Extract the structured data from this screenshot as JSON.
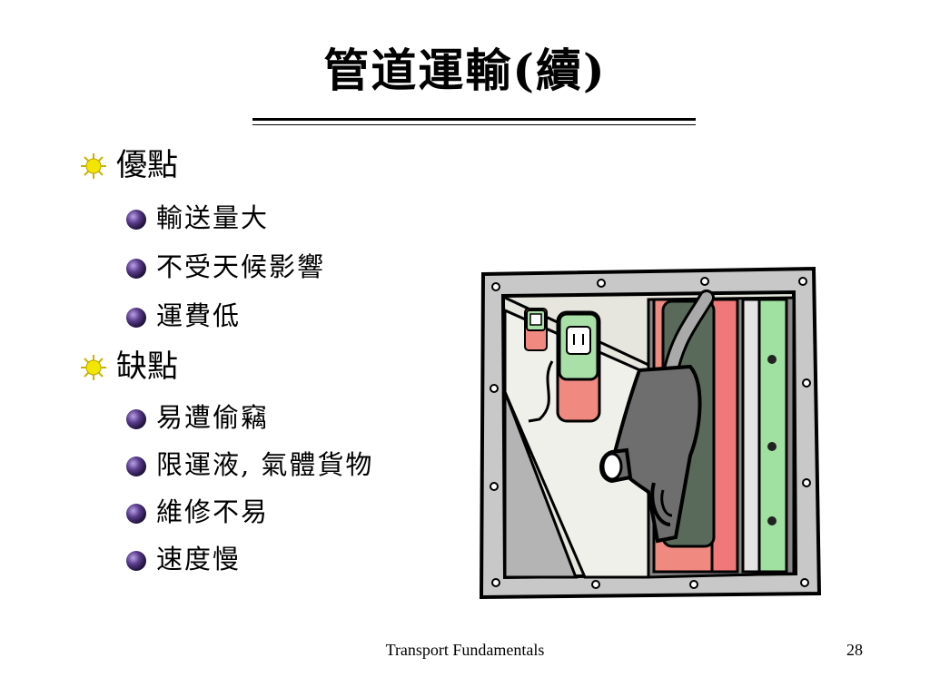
{
  "slide": {
    "title": "管道運輸(續)",
    "sections": [
      {
        "heading": "優點",
        "items": [
          "輸送量大",
          "不受天候影響",
          "運費低"
        ]
      },
      {
        "heading": "缺點",
        "items": [
          "易遭偷竊",
          "限運液, 氣體貨物",
          "維修不易",
          "速度慢"
        ]
      }
    ],
    "footer": {
      "text": "Transport Fundamentals",
      "page_number": "28"
    }
  },
  "icons": {
    "level1_bullet": "sunburst-bullet-icon",
    "level2_bullet": "purple-sphere-bullet-icon",
    "illustration": "gas-pump-nozzle-icon"
  },
  "colors": {
    "title_rule": "#000000",
    "sun_bullet": "#e8d800",
    "sphere_bullet": "#5a3c8c",
    "frame": "#c8c8c8",
    "pump_red": "#f07878",
    "pump_green": "#a0e0a0",
    "nozzle": "#6e6e6e"
  }
}
